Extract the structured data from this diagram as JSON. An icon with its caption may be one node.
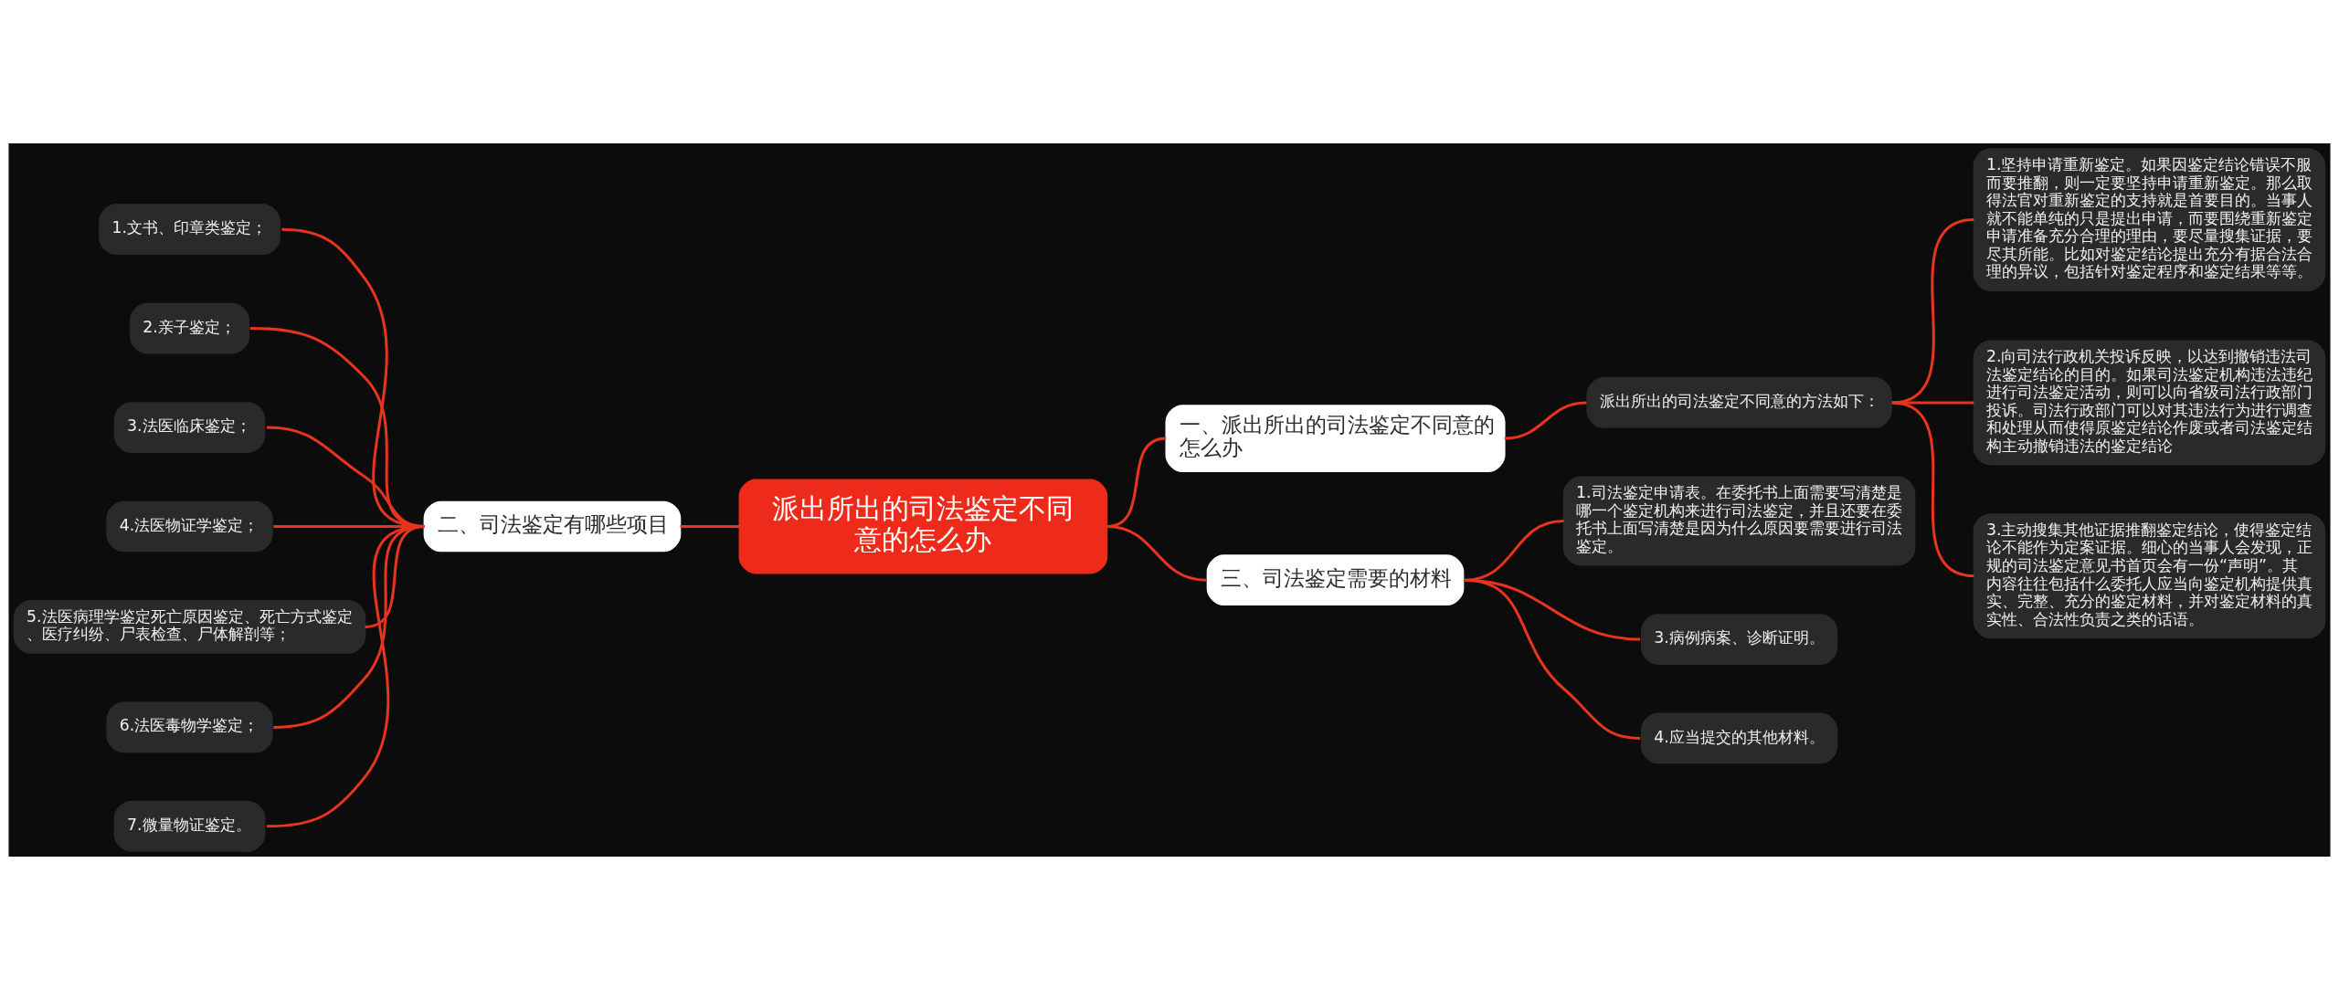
{
  "diagram": {
    "nodes": [
      {
        "text": [
          "派出所出的司法鉴定不同意的怎么办"
        ]
      },
      {
        "text": [
          "一、派出所出的司法鉴定不同意的怎么办"
        ]
      },
      {
        "text": [
          "派出所出的司法鉴定不同意的方法如下："
        ]
      },
      {
        "text": [
          "1.坚持申请重新鉴定。如果因鉴定结论错误不服而要推翻，则一定要坚持申请重新鉴定。那么取得法官对重新鉴定的支持就是首要目的。当事人就不能单纯的只是提出申请，而要围绕重新鉴定申请准备充分合理的理由，要尽量搜集证据，要尽其所能。比如对鉴定结论提出充分有据合法合理的异议，包括针对鉴定程序和鉴定结果等等。"
        ]
      },
      {
        "text": [
          "2.向司法行政机关投诉反映，以达到撤销违法司法鉴定结论的目的。如果司法鉴定机构违法违纪进行司法鉴定活动，则可以向省级司法行政部门投诉。司法行政部门可以对其违法行为进行调查和处理从而使得原鉴定结论作废或者司法鉴定结构主动撤销违法的鉴定结论"
        ]
      },
      {
        "text": [
          "3.主动搜集其他证据推翻鉴定结论，使得鉴定结论不能作为定案证据。细心的当事人会发现，正规的司法鉴定意见书首页会有一份“声明”。其内容往往包括什么委托人应当向鉴定机构提供真实、完整、充分的鉴定材料，并对鉴定材料的真实性、合法性负责之类的话语。"
        ]
      },
      {
        "text": [
          "二、司法鉴定有哪些项目"
        ]
      },
      {
        "text": [
          "1.文书、印章类鉴定；"
        ]
      },
      {
        "text": [
          "2.亲子鉴定；"
        ]
      },
      {
        "text": [
          "3.法医临床鉴定；"
        ]
      },
      {
        "text": [
          "4.法医物证学鉴定；"
        ]
      },
      {
        "text": [
          "5.法医病理学鉴定死亡原因鉴定、死亡方式鉴定、医疗纠纷、尸表检查、尸体解剖等；"
        ]
      },
      {
        "text": [
          "6.法医毒物学鉴定；"
        ]
      },
      {
        "text": [
          "7.微量物证鉴定。"
        ]
      },
      {
        "text": [
          "三、司法鉴定需要的材料"
        ]
      },
      {
        "text": [
          "1.司法鉴定申请表。在委托书上面需要写清楚是哪一个鉴定机构来进行司法鉴定，并且还要在委托书上面写清楚是因为什么原因要需要进行司法鉴定。"
        ]
      },
      {
        "text": [
          "3.病例病案、诊断证明。"
        ]
      },
      {
        "text": [
          "4.应当提交的其他材料。"
        ]
      }
    ],
    "edges": [
      {
        "from": 0,
        "to": 1,
        "arrow": "none"
      },
      {
        "from": 1,
        "to": 2,
        "arrow": "none"
      },
      {
        "from": 2,
        "to": 3,
        "arrow": "none"
      },
      {
        "from": 2,
        "to": 4,
        "arrow": "none"
      },
      {
        "from": 2,
        "to": 5,
        "arrow": "none"
      },
      {
        "from": 0,
        "to": 6,
        "arrow": "none"
      },
      {
        "from": 6,
        "to": 7,
        "arrow": "none"
      },
      {
        "from": 6,
        "to": 8,
        "arrow": "none"
      },
      {
        "from": 6,
        "to": 9,
        "arrow": "none"
      },
      {
        "from": 6,
        "to": 10,
        "arrow": "none"
      },
      {
        "from": 6,
        "to": 11,
        "arrow": "none"
      },
      {
        "from": 6,
        "to": 12,
        "arrow": "none"
      },
      {
        "from": 6,
        "to": 13,
        "arrow": "none"
      },
      {
        "from": 0,
        "to": 14,
        "arrow": "none"
      },
      {
        "from": 14,
        "to": 15,
        "arrow": "none"
      },
      {
        "from": 14,
        "to": 16,
        "arrow": "none"
      },
      {
        "from": 14,
        "to": 17,
        "arrow": "none"
      }
    ]
  }
}
